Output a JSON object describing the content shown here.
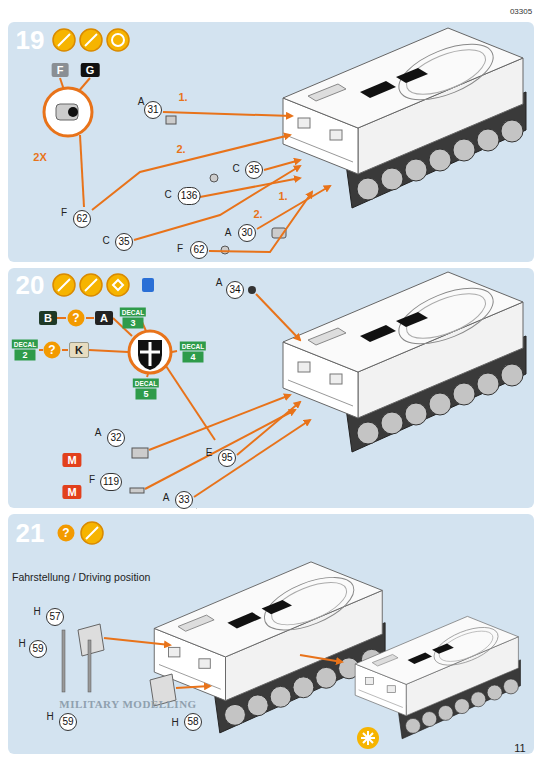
{
  "diagram": {
    "labels": [
      "03305",
      "19",
      "F",
      "G",
      "2X",
      "A",
      "31",
      "1.",
      "2.",
      "F",
      "62",
      "C",
      "35",
      "C",
      "136",
      "C",
      "35",
      "1.",
      "A",
      "30",
      "2.",
      "F",
      "62",
      "20",
      "B",
      "?",
      "A",
      "DECAL",
      "3",
      "DECAL",
      "2",
      "?",
      "K",
      "DECAL",
      "4",
      "DECAL",
      "5",
      "A",
      "34",
      "A",
      "32",
      "M",
      "F",
      "119",
      "E",
      "95",
      "M",
      "A",
      "33",
      "21",
      "?",
      "Fahrstellung / Driving position",
      "H",
      "57",
      "H",
      "59",
      "H",
      "58",
      "H",
      "59",
      "MILITARY MODELLING",
      "11"
    ]
  }
}
